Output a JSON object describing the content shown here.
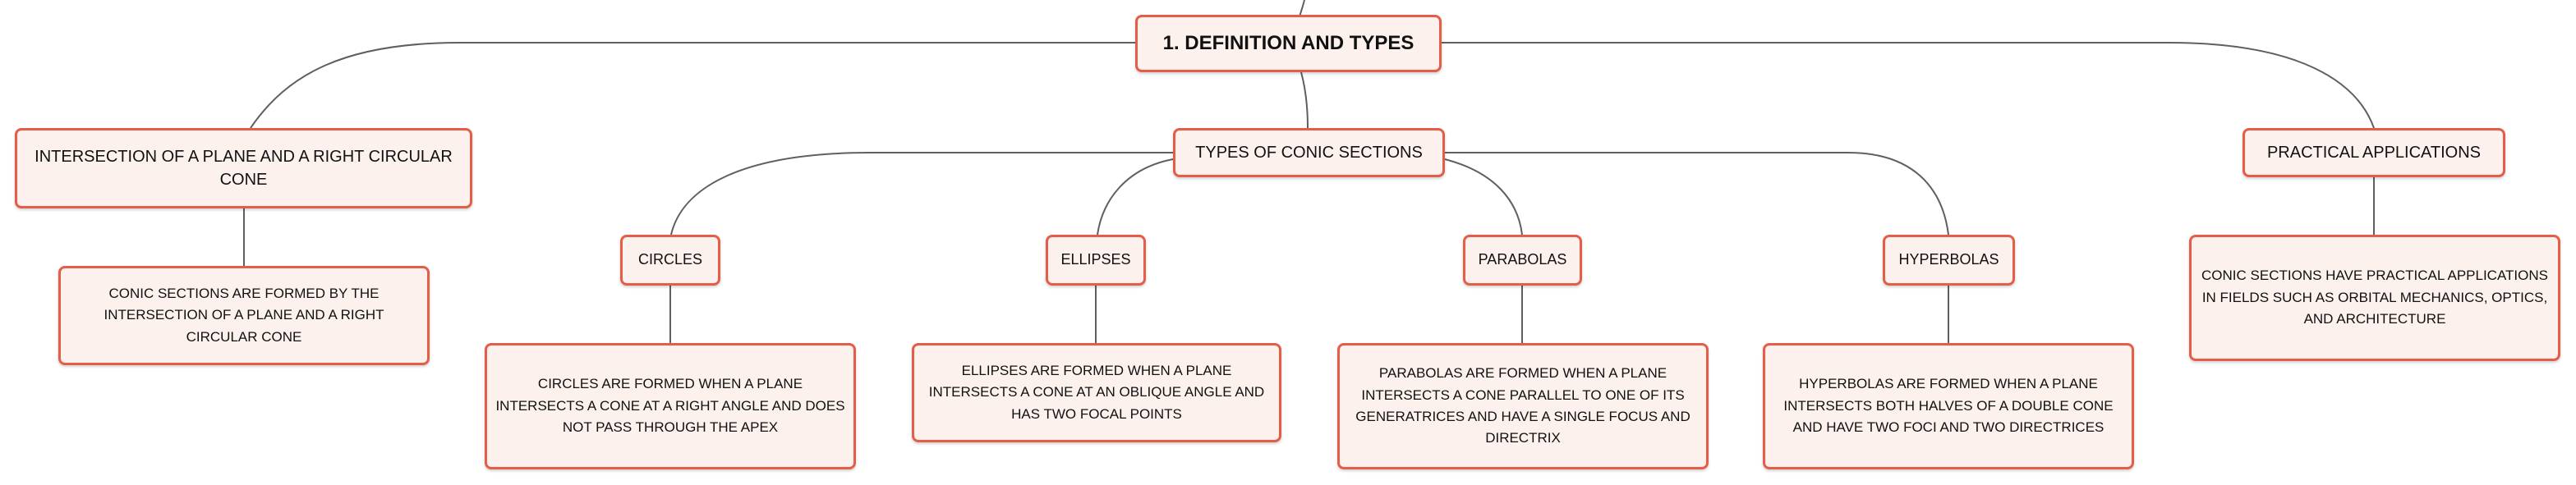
{
  "root": {
    "label": "1. DEFINITION AND TYPES"
  },
  "branches": {
    "intersection": {
      "label": "INTERSECTION OF A PLANE AND A RIGHT CIRCULAR CONE",
      "detail": "CONIC SECTIONS ARE FORMED BY THE INTERSECTION OF A PLANE AND A RIGHT CIRCULAR CONE"
    },
    "types": {
      "label": "TYPES OF CONIC SECTIONS",
      "children": [
        {
          "label": "CIRCLES",
          "detail": "CIRCLES ARE FORMED WHEN A PLANE INTERSECTS A CONE AT A RIGHT ANGLE AND DOES NOT PASS THROUGH THE APEX"
        },
        {
          "label": "ELLIPSES",
          "detail": "ELLIPSES ARE FORMED WHEN A PLANE INTERSECTS A CONE AT AN OBLIQUE ANGLE AND HAS TWO FOCAL POINTS"
        },
        {
          "label": "PARABOLAS",
          "detail": "PARABOLAS ARE FORMED WHEN A PLANE INTERSECTS A CONE PARALLEL TO ONE OF ITS GENERATRICES AND HAVE A SINGLE FOCUS AND DIRECTRIX"
        },
        {
          "label": "HYPERBOLAS",
          "detail": "HYPERBOLAS ARE FORMED WHEN A PLANE INTERSECTS BOTH HALVES OF A DOUBLE CONE AND HAVE TWO FOCI AND TWO DIRECTRICES"
        }
      ]
    },
    "applications": {
      "label": "PRACTICAL APPLICATIONS",
      "detail": "CONIC SECTIONS HAVE PRACTICAL APPLICATIONS IN FIELDS SUCH AS ORBITAL MECHANICS, OPTICS, AND ARCHITECTURE"
    }
  },
  "colors": {
    "node_border": "#e35d48",
    "node_fill": "#fdf1ee",
    "connector": "#5f5f5f"
  }
}
